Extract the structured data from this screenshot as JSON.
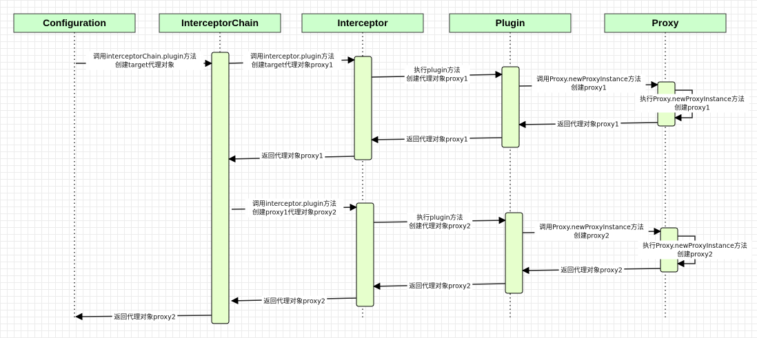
{
  "colors": {
    "participant_fill": "#ccffcc",
    "participant_stroke": "#333333",
    "activation_fill": "#e6ffcc",
    "line": "#222222"
  },
  "participants": [
    {
      "id": "configuration",
      "label": "Configuration"
    },
    {
      "id": "interceptorchain",
      "label": "InterceptorChain"
    },
    {
      "id": "interceptor",
      "label": "Interceptor"
    },
    {
      "id": "plugin",
      "label": "Plugin"
    },
    {
      "id": "proxy",
      "label": "Proxy"
    }
  ],
  "messages": [
    {
      "id": "m1",
      "lines": [
        "调用interceptorChain.plugin方法",
        "创建target代理对象"
      ]
    },
    {
      "id": "m2",
      "lines": [
        "调用interceptor.plugin方法",
        "创建target代理对象proxy1"
      ]
    },
    {
      "id": "m3",
      "lines": [
        "执行plugin方法",
        "创建代理对象proxy1"
      ]
    },
    {
      "id": "m4",
      "lines": [
        "调用Proxy.newProxyInstance方法",
        "创建proxy1"
      ]
    },
    {
      "id": "m5",
      "lines": [
        "执行Proxy.newProxyInstance方法",
        "创建proxy1"
      ]
    },
    {
      "id": "m6",
      "lines": [
        "返回代理对象proxy1"
      ]
    },
    {
      "id": "m7",
      "lines": [
        "返回代理对象proxy1"
      ]
    },
    {
      "id": "m8",
      "lines": [
        "返回代理对象proxy1"
      ]
    },
    {
      "id": "m9",
      "lines": [
        "调用interceptor.plugin方法",
        "创建proxy1代理对象proxy2"
      ]
    },
    {
      "id": "m10",
      "lines": [
        "执行plugin方法",
        "创建代理对象proxy2"
      ]
    },
    {
      "id": "m11",
      "lines": [
        "调用Proxy.newProxyInstance方法",
        "创建proxy2"
      ]
    },
    {
      "id": "m12",
      "lines": [
        "执行Proxy.newProxyInstance方法",
        "创建proxy2"
      ]
    },
    {
      "id": "m13",
      "lines": [
        "返回代理对象proxy2"
      ]
    },
    {
      "id": "m14",
      "lines": [
        "返回代理对象proxy2"
      ]
    },
    {
      "id": "m15",
      "lines": [
        "返回代理对象proxy2"
      ]
    },
    {
      "id": "m16",
      "lines": [
        "返回代理对象proxy2"
      ]
    }
  ]
}
